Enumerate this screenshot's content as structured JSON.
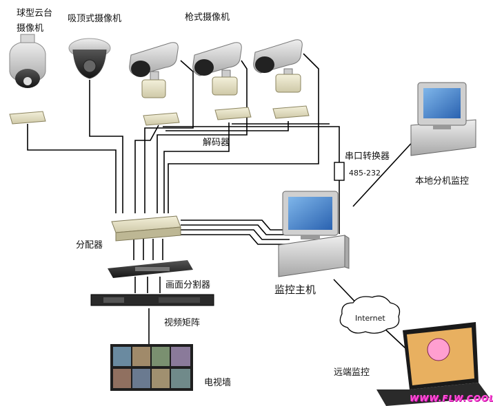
{
  "labels": {
    "dome_ptz_camera_line1": "球型云台",
    "dome_ptz_camera_line2": "摄像机",
    "ceiling_camera": "吸顶式摄像机",
    "bullet_cameras": "枪式摄像机",
    "decoder": "解码器",
    "serial_converter": "串口转换器",
    "rs485_232": "485-232",
    "local_monitor": "本地分机监控",
    "distributor": "分配器",
    "monitor_host": "监控主机",
    "quad_splitter": "画面分割器",
    "video_matrix": "视频矩阵",
    "internet": "Internet",
    "tv_wall": "电视墙",
    "remote_monitor": "远端监控",
    "watermark": "WWW.FLW.COOL"
  },
  "colors": {
    "wire": "#000000",
    "screen_blue": "#3c7fd0",
    "watermark": "#ff55d8"
  }
}
